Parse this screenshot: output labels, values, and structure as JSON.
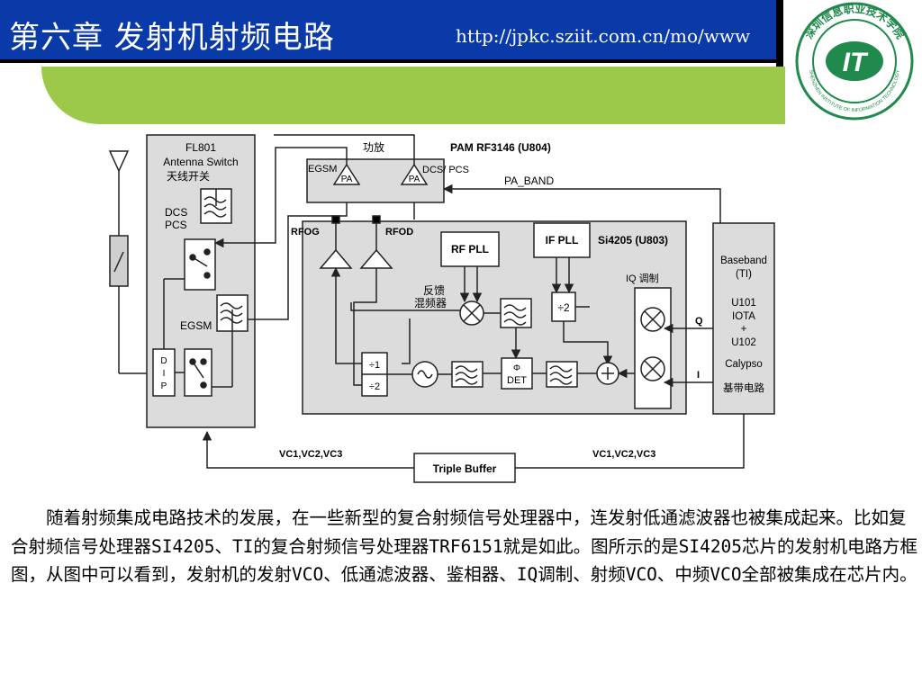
{
  "header": {
    "title": "第六章 发射机射频电路",
    "url": "http://jpkc.sziit.com.cn/mo/www"
  },
  "logo": {
    "circle_text": "深圳信息职业技术学院",
    "letters": "IT",
    "english": "SHENZHEN INSTITUTE OF INFORMATION TECHNOLOGY"
  },
  "diagram": {
    "fl801": "FL801",
    "antenna_switch": "Antenna Switch",
    "antenna_switch_cn": "天线开关",
    "dcs": "DCS",
    "pcs": "PCS",
    "egsm_left": "EGSM",
    "dip": [
      "D",
      "I",
      "P"
    ],
    "pa_title_cn": "功放",
    "pam": "PAM RF3146 (U804)",
    "egsm_pa": "EGSM",
    "dcs_pcs": "DCS/ PCS",
    "pa": "PA",
    "pa_band": "PA_BAND",
    "rfog": "RFOG",
    "rfod": "RFOD",
    "rf_pll": "RF PLL",
    "if_pll": "IF PLL",
    "si4205": "Si4205 (U803)",
    "iq_mod": "IQ 调制",
    "feedback_mixer_1": "反馈",
    "feedback_mixer_2": "混频器",
    "div2": "÷2",
    "div1": "÷1",
    "phi": "Φ",
    "det": "DET",
    "baseband": [
      "Baseband",
      "(TI)",
      "U101",
      "IOTA",
      "+",
      "U102",
      "Calypso",
      "基带电路"
    ],
    "q": "Q",
    "i": "I",
    "vc_left": "VC1,VC2,VC3",
    "vc_right": "VC1,VC2,VC3",
    "triple_buffer": "Triple Buffer"
  },
  "body": {
    "paragraph": "随着射频集成电路技术的发展，在一些新型的复合射频信号处理器中，连发射低通滤波器也被集成起来。比如复合射频信号处理器SI4205、TI的复合射频信号处理器TRF6151就是如此。图所示的是SI4205芯片的发射机电路方框图，从图中可以看到，发射机的发射VCO、低通滤波器、鉴相器、IQ调制、射频VCO、中频VCO全部被集成在芯片内。"
  }
}
